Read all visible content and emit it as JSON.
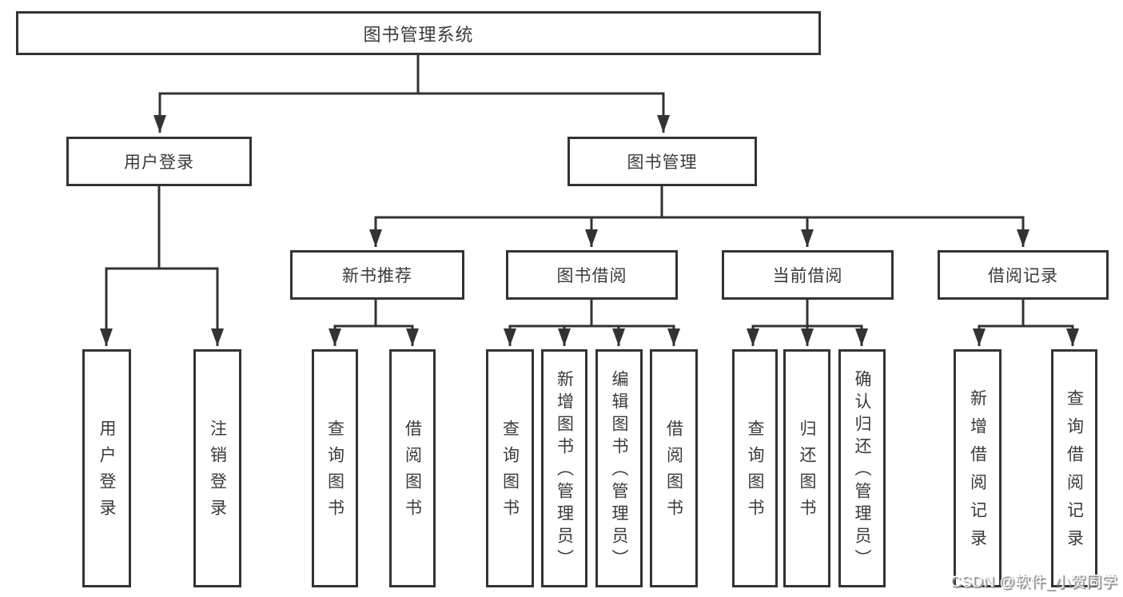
{
  "colors": {
    "line": "#333333",
    "text": "#3a3a3a",
    "background": "#ffffff",
    "watermark_text": "#ffffff",
    "watermark_shadow": "#8d8d8d"
  },
  "nodes": {
    "root": "图书管理系统",
    "user_login": "用户登录",
    "book_mgmt": "图书管理",
    "new_book_rec": "新书推荐",
    "book_borrow": "图书借阅",
    "current_borrow": "当前借阅",
    "borrow_records": "借阅记录",
    "leaf_user_login": "用户登录",
    "leaf_logout": "注销登录",
    "leaf_rec_query": "查询图书",
    "leaf_rec_borrow": "借阅图书",
    "leaf_bb_query": "查询图书",
    "leaf_bb_add": "新增图书（管理员）",
    "leaf_bb_edit": "编辑图书（管理员）",
    "leaf_bb_borrow": "借阅图书",
    "leaf_cb_query": "查询图书",
    "leaf_cb_return": "归还图书",
    "leaf_cb_confirm": "确认归还（管理员）",
    "leaf_br_add": "新增借阅记录",
    "leaf_br_query": "查询借阅记录"
  },
  "watermark": "CSDN @软件_小贺同学"
}
